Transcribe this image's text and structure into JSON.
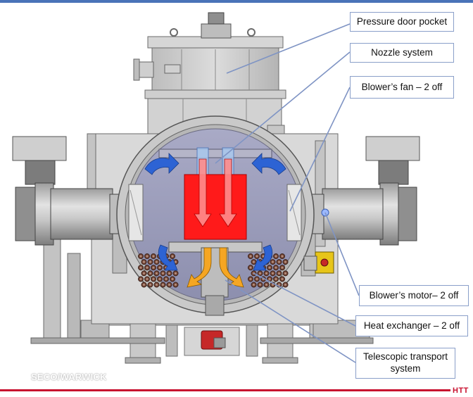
{
  "callouts": {
    "pressure_door_pocket": "Pressure door pocket",
    "nozzle_system": "Nozzle system",
    "blowers_fan": "Blower’s fan – 2 off",
    "blowers_motor": "Blower’s motor– 2 off",
    "heat_exchanger": "Heat exchanger – 2 off",
    "telescopic_transport_line1": "Telescopic transport",
    "telescopic_transport_line2": "system"
  },
  "logos": {
    "brand_left": "SECO/WARWICK",
    "brand_right": "HTT"
  },
  "colors": {
    "accent_blue": "#4a73b8",
    "callout_border": "#8a9fc9",
    "leader_line": "#7f94c4",
    "brand_red": "#c8102e",
    "chamber_red": "#ff1a1a",
    "flow_blue": "#2d63d4",
    "flow_orange": "#f5a623",
    "motor_yellow": "#e7c519"
  }
}
